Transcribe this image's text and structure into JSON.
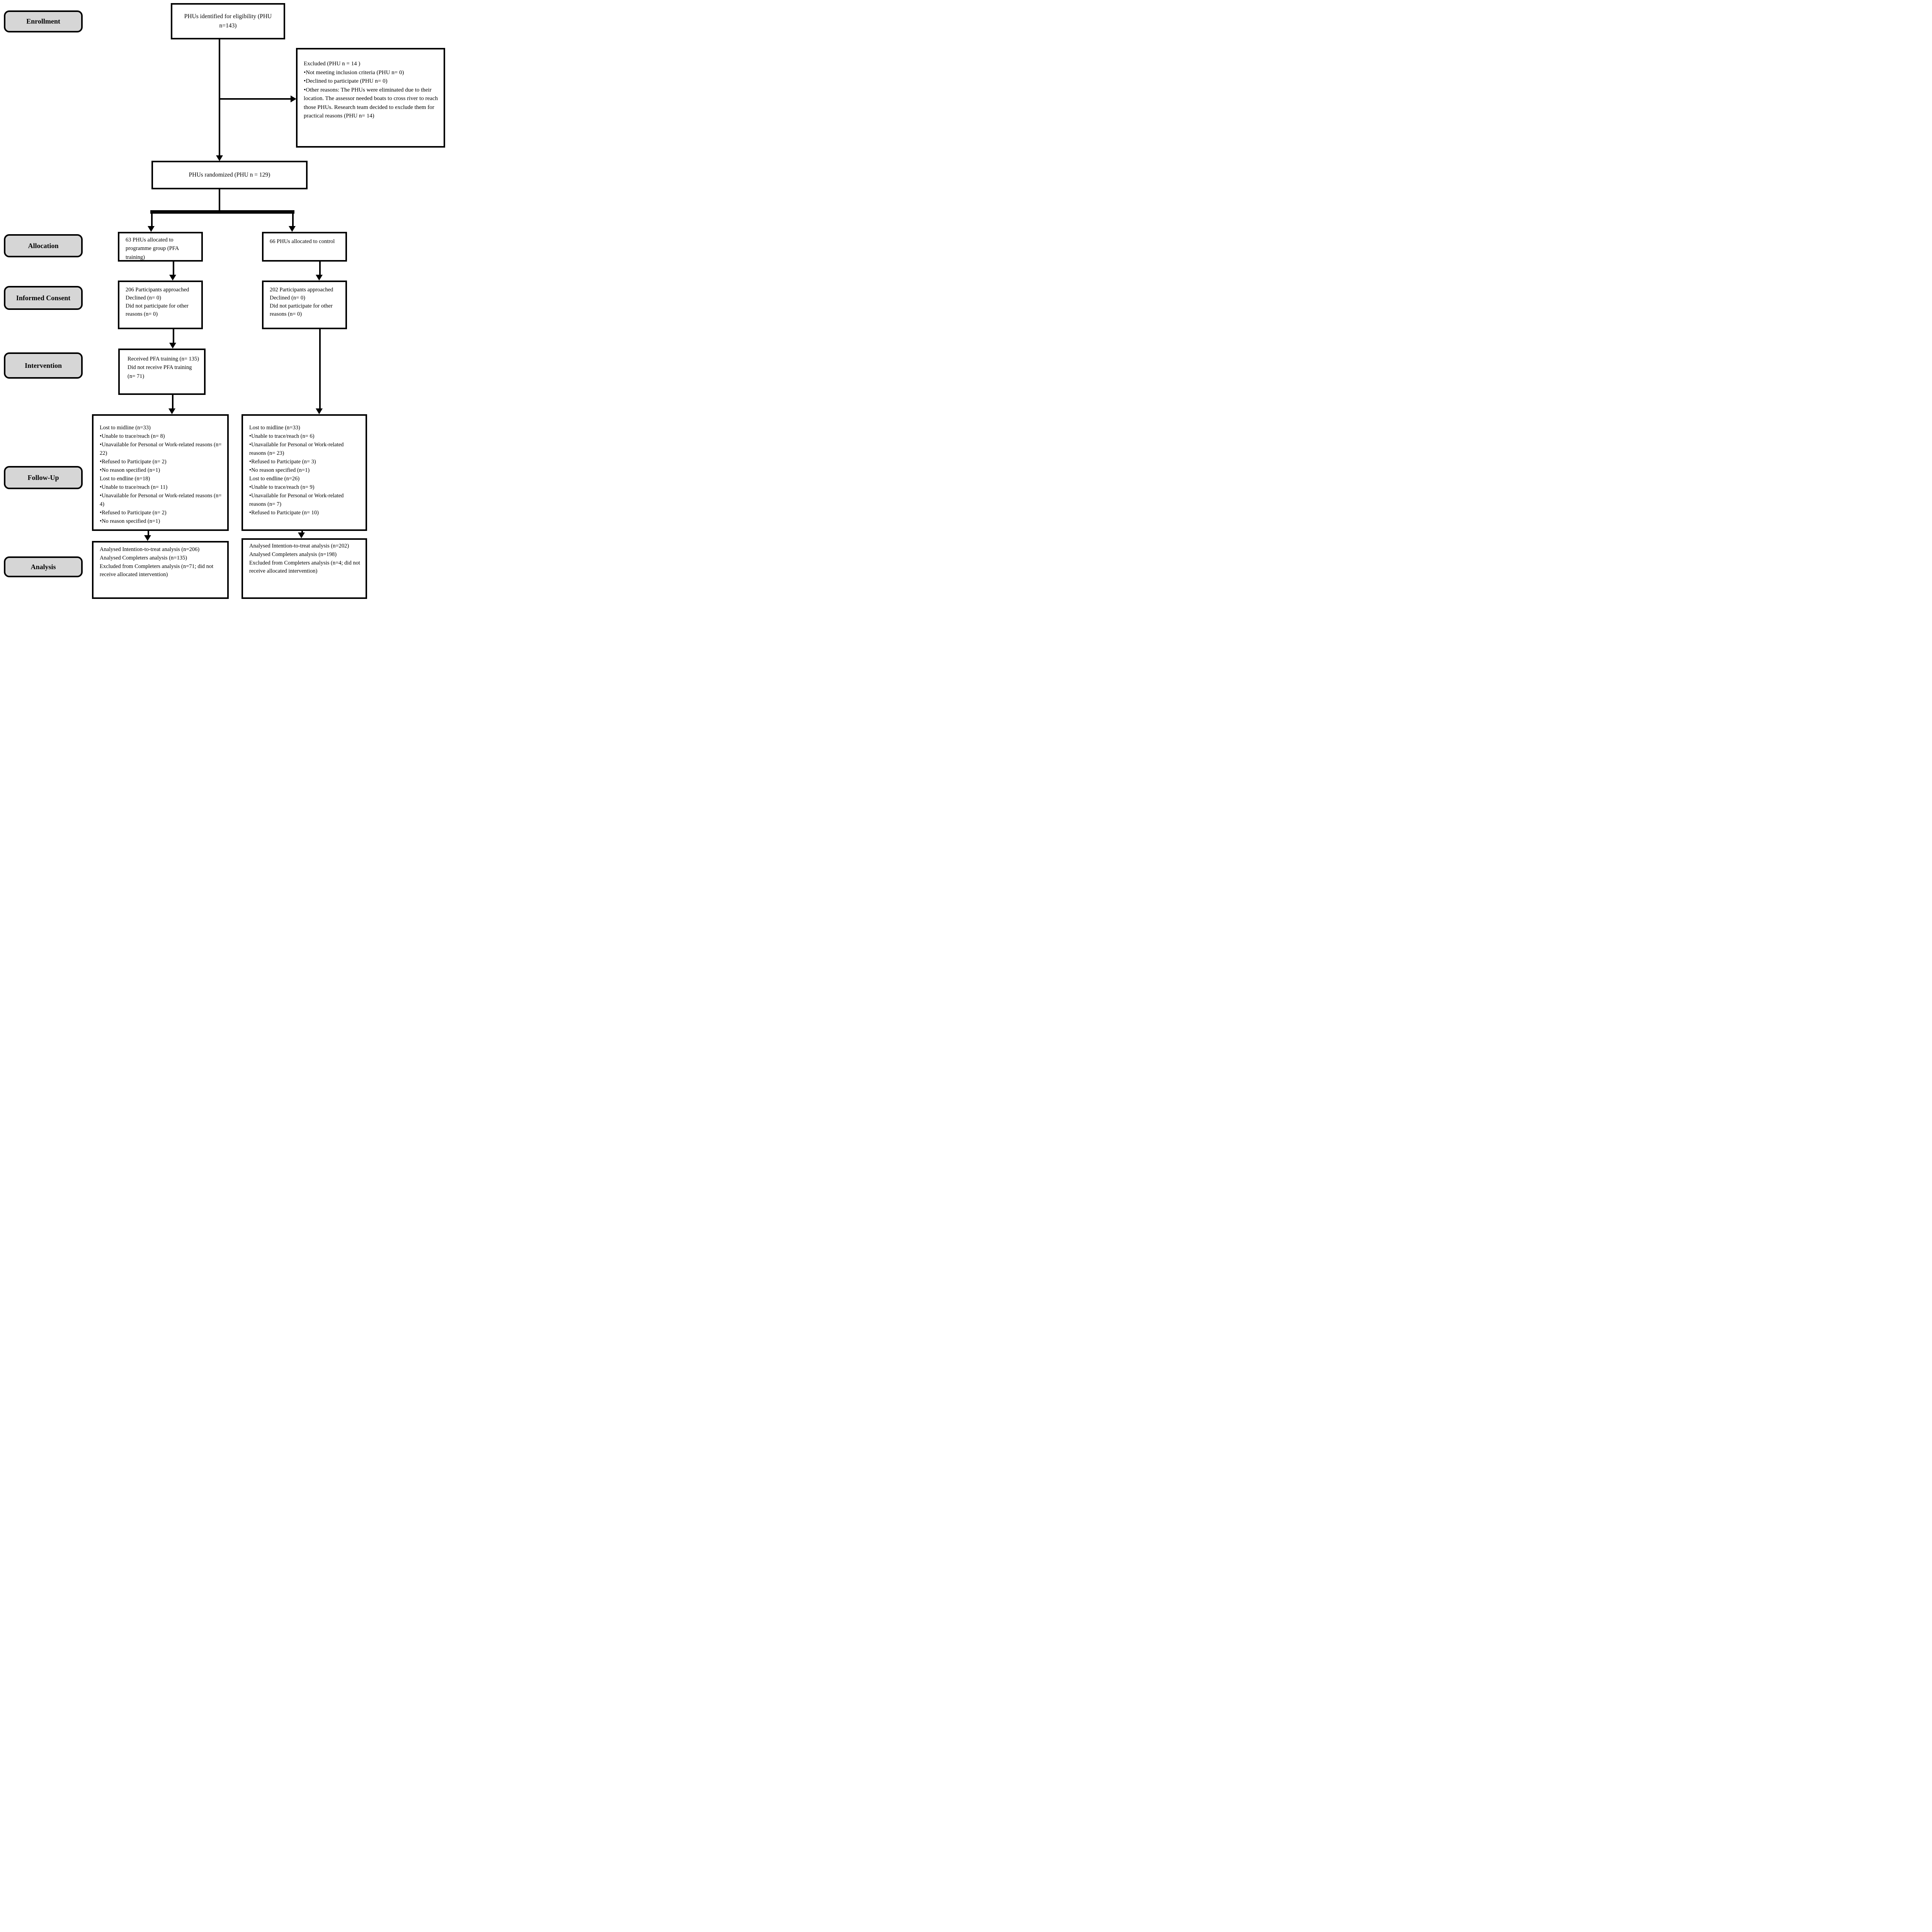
{
  "diagram_type": "CONSORT flow diagram",
  "colors": {
    "stage_fill": "#d6d6d6",
    "box_fill": "#ffffff",
    "line_color": "#000000"
  },
  "stages": {
    "enrollment": "Enrollment",
    "allocation": "Allocation",
    "informed_consent": "Informed Consent",
    "intervention": "Intervention",
    "follow_up": "Follow-Up",
    "analysis": "Analysis"
  },
  "boxes": {
    "eligibility": {
      "text": "PHUs identified for eligibility (PHU n=143)"
    },
    "excluded": {
      "lines": [
        "Excluded  (PHU n =  14 )",
        "•Not meeting inclusion criteria (PHU n= 0)",
        "•Declined to participate (PHU n=  0)",
        "•Other reasons: The PHUs were eliminated due to their location. The assessor needed boats to cross river to reach those PHUs. Research team decided to exclude them for practical reasons (PHU n=  14)"
      ]
    },
    "randomized": {
      "text": "PHUs randomized (PHU n = 129)"
    },
    "allocated_programme": {
      "lines": [
        "63 PHUs allocated to programme group (PFA training)"
      ]
    },
    "allocated_control": {
      "lines": [
        "66 PHUs allocated to control"
      ]
    },
    "consent_programme": {
      "lines": [
        "206 Participants approached",
        "Declined (n= 0)",
        "Did not participate for other reasons (n= 0)"
      ]
    },
    "consent_control": {
      "lines": [
        "202 Participants approached",
        "Declined (n= 0)",
        "Did not participate for other reasons (n= 0)"
      ]
    },
    "intervention_received": {
      "lines": [
        "Received PFA training (n= 135)",
        "Did not receive PFA training (n= 71)"
      ]
    },
    "followup_programme": {
      "lines": [
        "Lost to midline (n=33)",
        "•Unable to trace/reach (n= 8)",
        "•Unavailable for Personal or Work-related reasons (n= 22)",
        "•Refused to Participate (n= 2)",
        "•No reason specified (n=1)",
        "Lost to endline (n=18)",
        "•Unable to trace/reach (n= 11)",
        "•Unavailable for Personal or Work-related reasons (n= 4)",
        "•Refused to Participate (n= 2)",
        "•No reason specified (n=1)"
      ]
    },
    "followup_control": {
      "lines": [
        "Lost to midline (n=33)",
        "•Unable to trace/reach (n= 6)",
        "•Unavailable for Personal or Work-related reasons (n= 23)",
        "•Refused to Participate (n= 3)",
        "•No reason specified (n=1)",
        "Lost to endline (n=26)",
        "•Unable to trace/reach (n= 9)",
        "•Unavailable for Personal or Work-related reasons (n= 7)",
        "•Refused to Participate (n= 10)"
      ]
    },
    "analysis_programme": {
      "lines": [
        "Analysed Intention-to-treat analysis (n=206)",
        "Analysed Completers analysis (n=135)",
        "Excluded from Completers analysis (n=71; did not receive allocated intervention)"
      ]
    },
    "analysis_control": {
      "lines": [
        "Analysed Intention-to-treat analysis (n=202)",
        "Analysed Completers analysis (n=198)",
        "Excluded from Completers analysis (n=4; did not receive allocated intervention)"
      ]
    }
  }
}
